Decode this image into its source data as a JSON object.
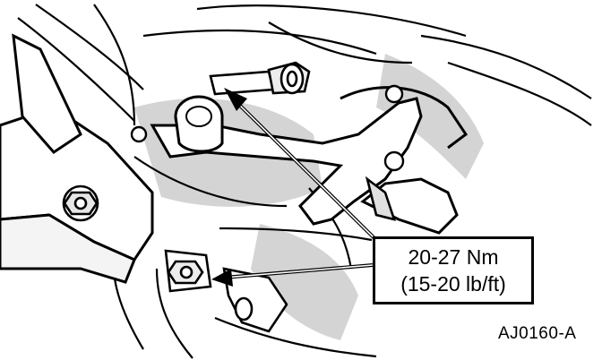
{
  "callout": {
    "torque_nm": "20-27 Nm",
    "torque_lbft": "(15-20 lb/ft)"
  },
  "figure": {
    "id": "AJ0160-A"
  },
  "colors": {
    "ink": "#000000",
    "paper": "#ffffff",
    "shade": "#bdbdbd"
  }
}
